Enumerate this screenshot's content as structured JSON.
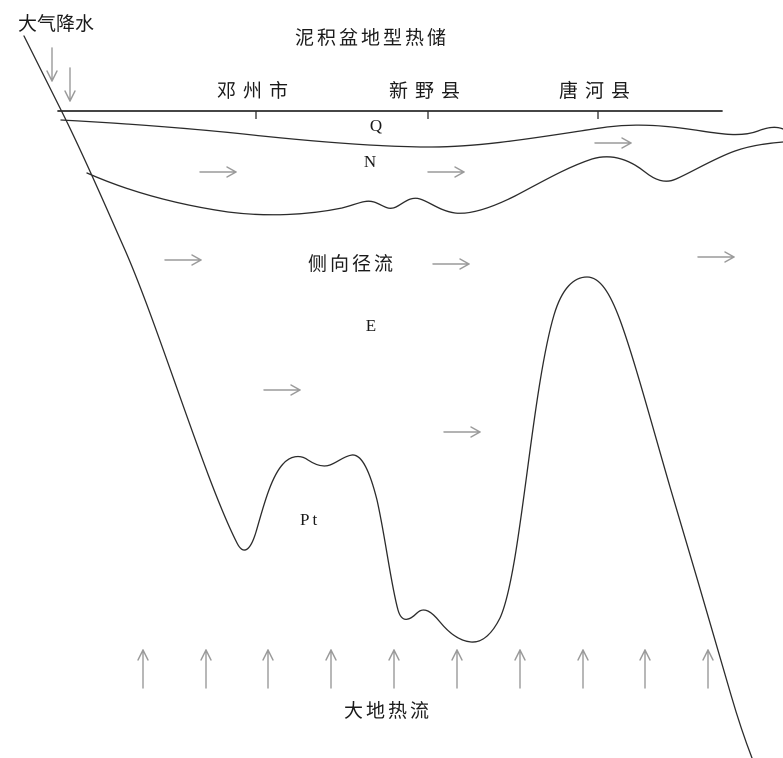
{
  "diagram": {
    "title": "泥积盆地型热储",
    "precipitation_label": "大气降水",
    "lateral_flow_label": "侧向径流",
    "heat_flow_label": "大地热流",
    "cities": [
      {
        "label": "邓州市"
      },
      {
        "label": "新野县"
      },
      {
        "label": "唐河县"
      }
    ],
    "strata": [
      {
        "code": "Q"
      },
      {
        "code": "N"
      },
      {
        "code": "E"
      },
      {
        "code": "Pt"
      }
    ],
    "colors": {
      "line": "#2b2b2b",
      "arrow": "#9a9a9a",
      "text": "#1a1a1a",
      "background": "#ffffff"
    }
  }
}
